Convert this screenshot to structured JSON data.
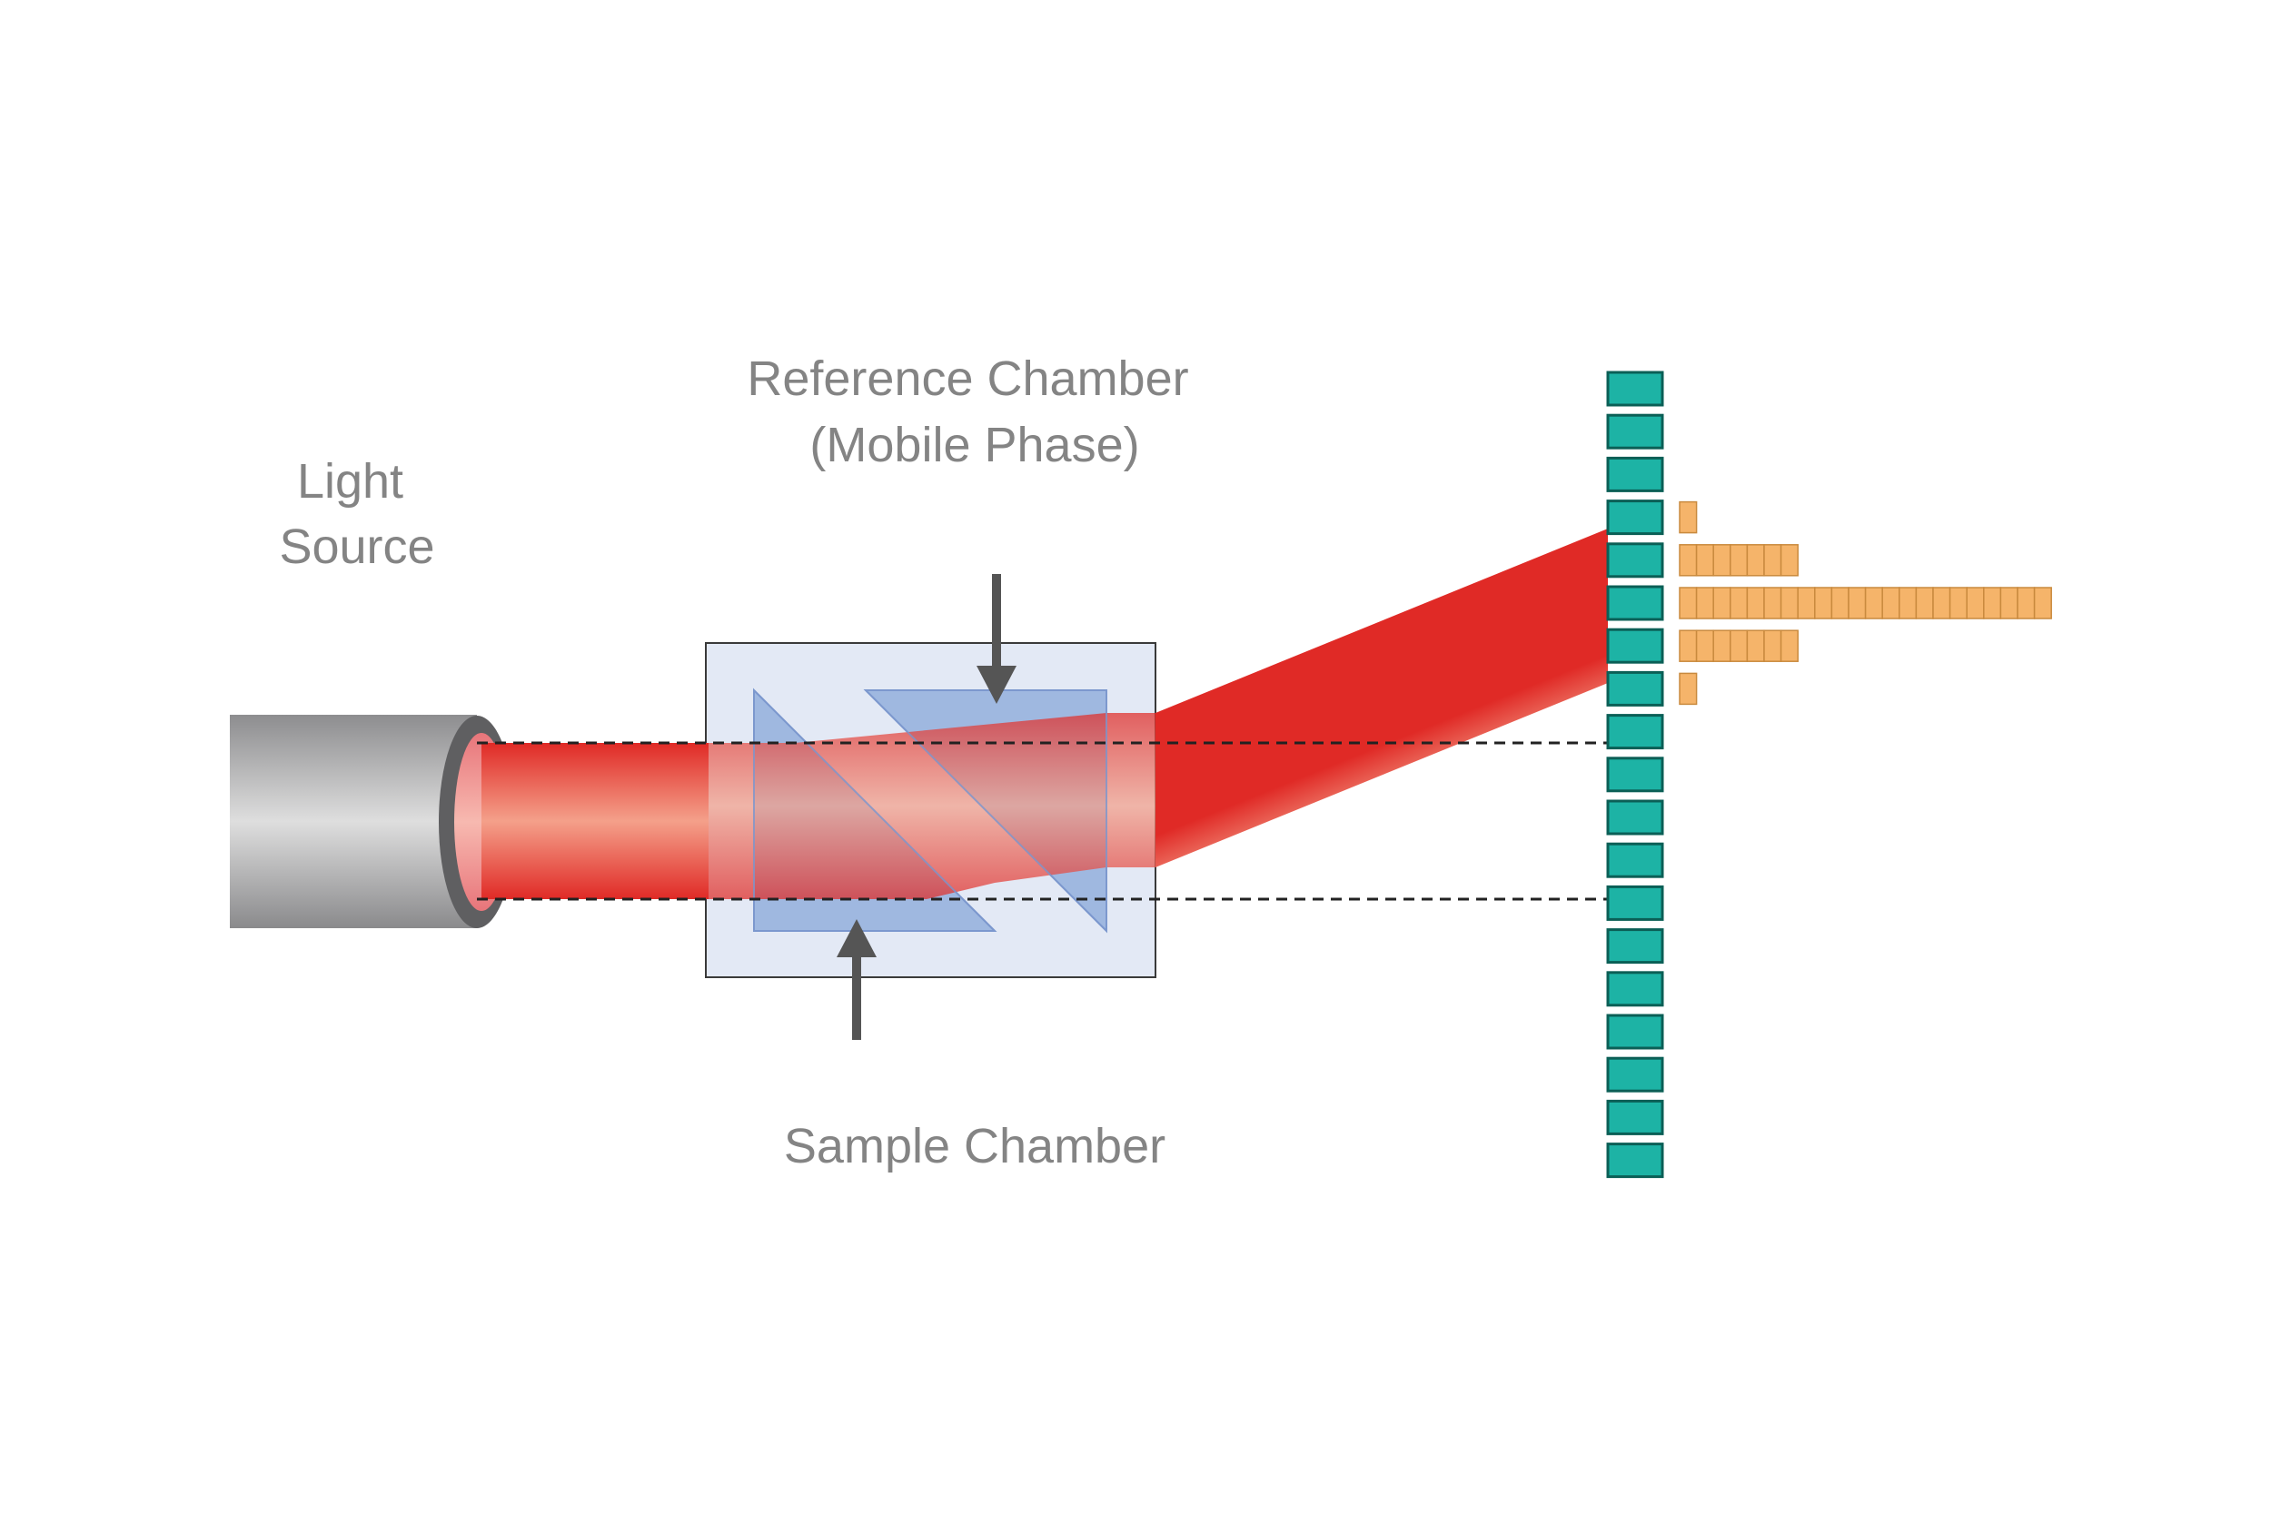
{
  "labels": {
    "light_source": [
      "Light",
      "Source"
    ],
    "reference_chamber": [
      "Reference Chamber",
      "(Mobile Phase)"
    ],
    "sample_chamber": "Sample Chamber"
  },
  "detector": {
    "cell_count": 19,
    "cell_color": "#1db3a5",
    "signal_color": "#f5b46a",
    "signal_profile": [
      {
        "row": 3,
        "units": 1
      },
      {
        "row": 4,
        "units": 7
      },
      {
        "row": 5,
        "units": 22
      },
      {
        "row": 6,
        "units": 7
      },
      {
        "row": 7,
        "units": 1
      }
    ]
  },
  "colors": {
    "beam": "#e53935",
    "chamber_fill": "#e3e9f5",
    "prism_fill": "#9fb8e0",
    "arrow": "#555555",
    "text": "#848484"
  }
}
